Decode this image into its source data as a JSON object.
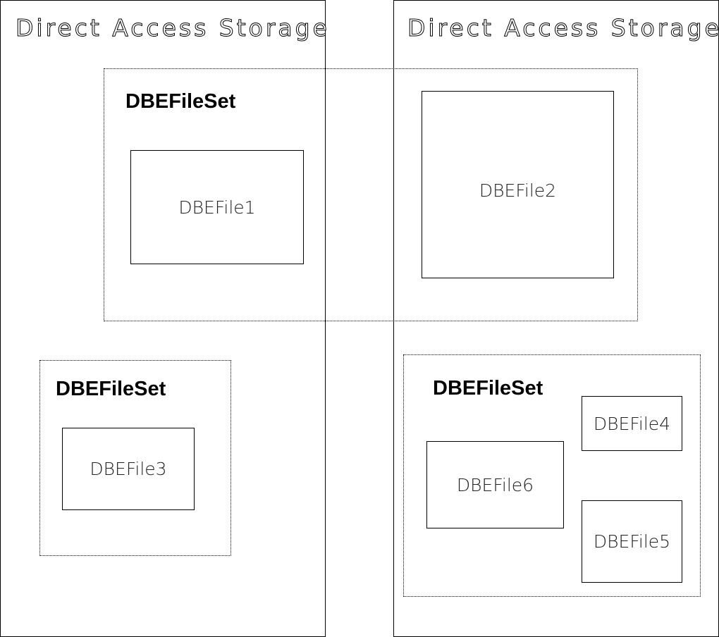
{
  "storages": [
    {
      "title": "Direct Access Storage"
    },
    {
      "title": "Direct Access Storage"
    }
  ],
  "filesets": [
    {
      "label": "DBEFileSet"
    },
    {
      "label": "DBEFileSet"
    },
    {
      "label": "DBEFileSet"
    }
  ],
  "files": [
    {
      "label": "DBEFile1"
    },
    {
      "label": "DBEFile2"
    },
    {
      "label": "DBEFile3"
    },
    {
      "label": "DBEFile4"
    },
    {
      "label": "DBEFile5"
    },
    {
      "label": "DBEFile6"
    }
  ]
}
